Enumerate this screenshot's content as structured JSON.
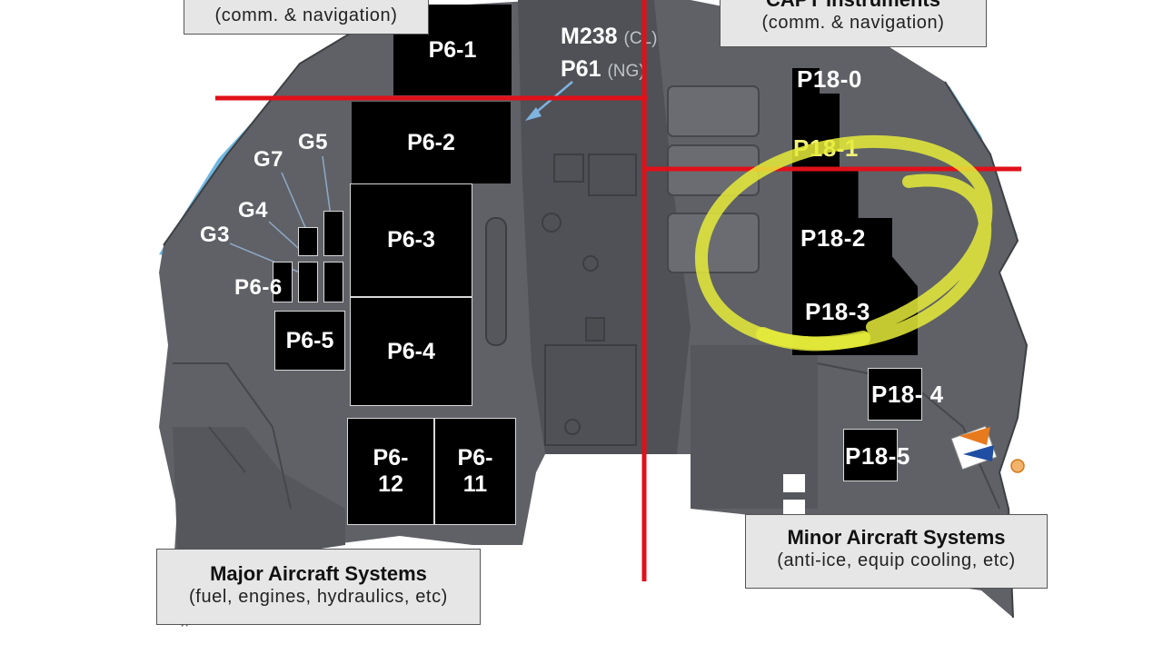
{
  "callouts": {
    "fo_top": {
      "title": "",
      "sub": "(comm. & navigation)"
    },
    "capt_top": {
      "title": "CAPT Instruments",
      "sub": "(comm. & navigation)"
    },
    "major": {
      "title": "Major Aircraft Systems",
      "sub": "(fuel, engines, hydraulics, etc)"
    },
    "minor": {
      "title": "Minor Aircraft Systems",
      "sub": "(anti-ice, equip cooling, etc)"
    }
  },
  "model_labels": {
    "m238": "M238",
    "m238_note": "(CL)",
    "p61": "P61",
    "p61_note": "(NG)"
  },
  "left_panels": {
    "p6_1": "P6-1",
    "p6_2": "P6-2",
    "p6_3": "P6-3",
    "p6_4": "P6-4",
    "p6_5": "P6-5",
    "p6_6": "P6-6",
    "p6_11": "P6-\n11",
    "p6_12": "P6-\n12"
  },
  "g_labels": {
    "g3": "G3",
    "g4": "G4",
    "g5": "G5",
    "g7": "G7"
  },
  "right_panels": {
    "p18_0": "P18-0",
    "p18_1": "P18-1",
    "p18_2": "P18-2",
    "p18_3": "P18-3",
    "p18_4": "P18- 4",
    "p18_5": "P18-5"
  },
  "colors": {
    "cockpit_gray": "#5f6166",
    "cockpit_dark": "#4a4c50",
    "window_blue": "#6fb7e3",
    "divider_red": "#e0101a",
    "highlight_yellow": "#e6ec3a",
    "callout_bg": "#e6e6e6"
  }
}
